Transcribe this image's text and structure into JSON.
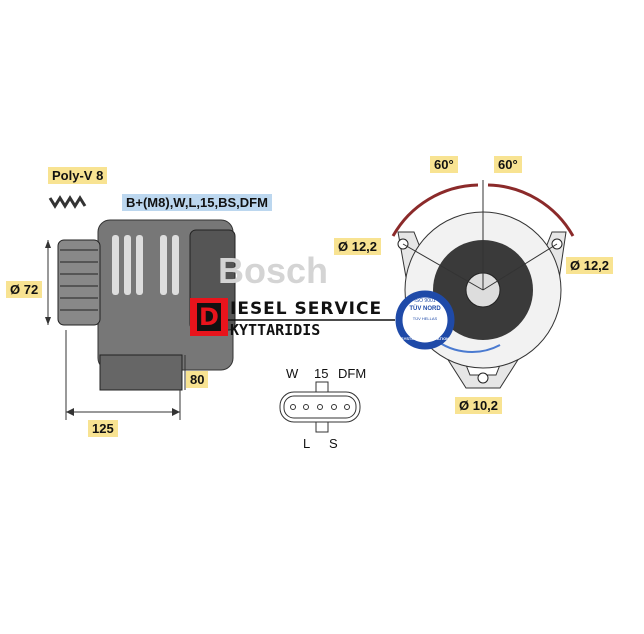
{
  "labels": {
    "belt": "Poly-V 8",
    "terminals": "B+(M8),W,L,15,BS,DFM",
    "pulley_diameter": "Ø 72",
    "length": "125",
    "height": "80",
    "angle_left": "60°",
    "angle_right": "60°",
    "hole_left": "Ø 12,2",
    "hole_right": "Ø 12,2",
    "hole_bottom": "Ø 10,2"
  },
  "connector": {
    "top_pins": [
      "W",
      "15",
      "DFM"
    ],
    "bottom_pins": [
      "L",
      "S"
    ]
  },
  "watermark": "Bosch",
  "logo": {
    "initial": "D",
    "line1": "IESEL SERVICE",
    "line2": "KYTTARIDIS"
  },
  "certification": {
    "top": "ISO 9001",
    "brand": "TÜV NORD",
    "sub": "TÜV HELLAS",
    "ring": "SYSTEM CERTIFICATION"
  },
  "colors": {
    "label_yellow": "#f8e392",
    "label_blue": "#bcd7ef",
    "arrow": "#8b2a2a",
    "logo_red": "#e8141c",
    "cert_blue": "#1f4aa8"
  }
}
